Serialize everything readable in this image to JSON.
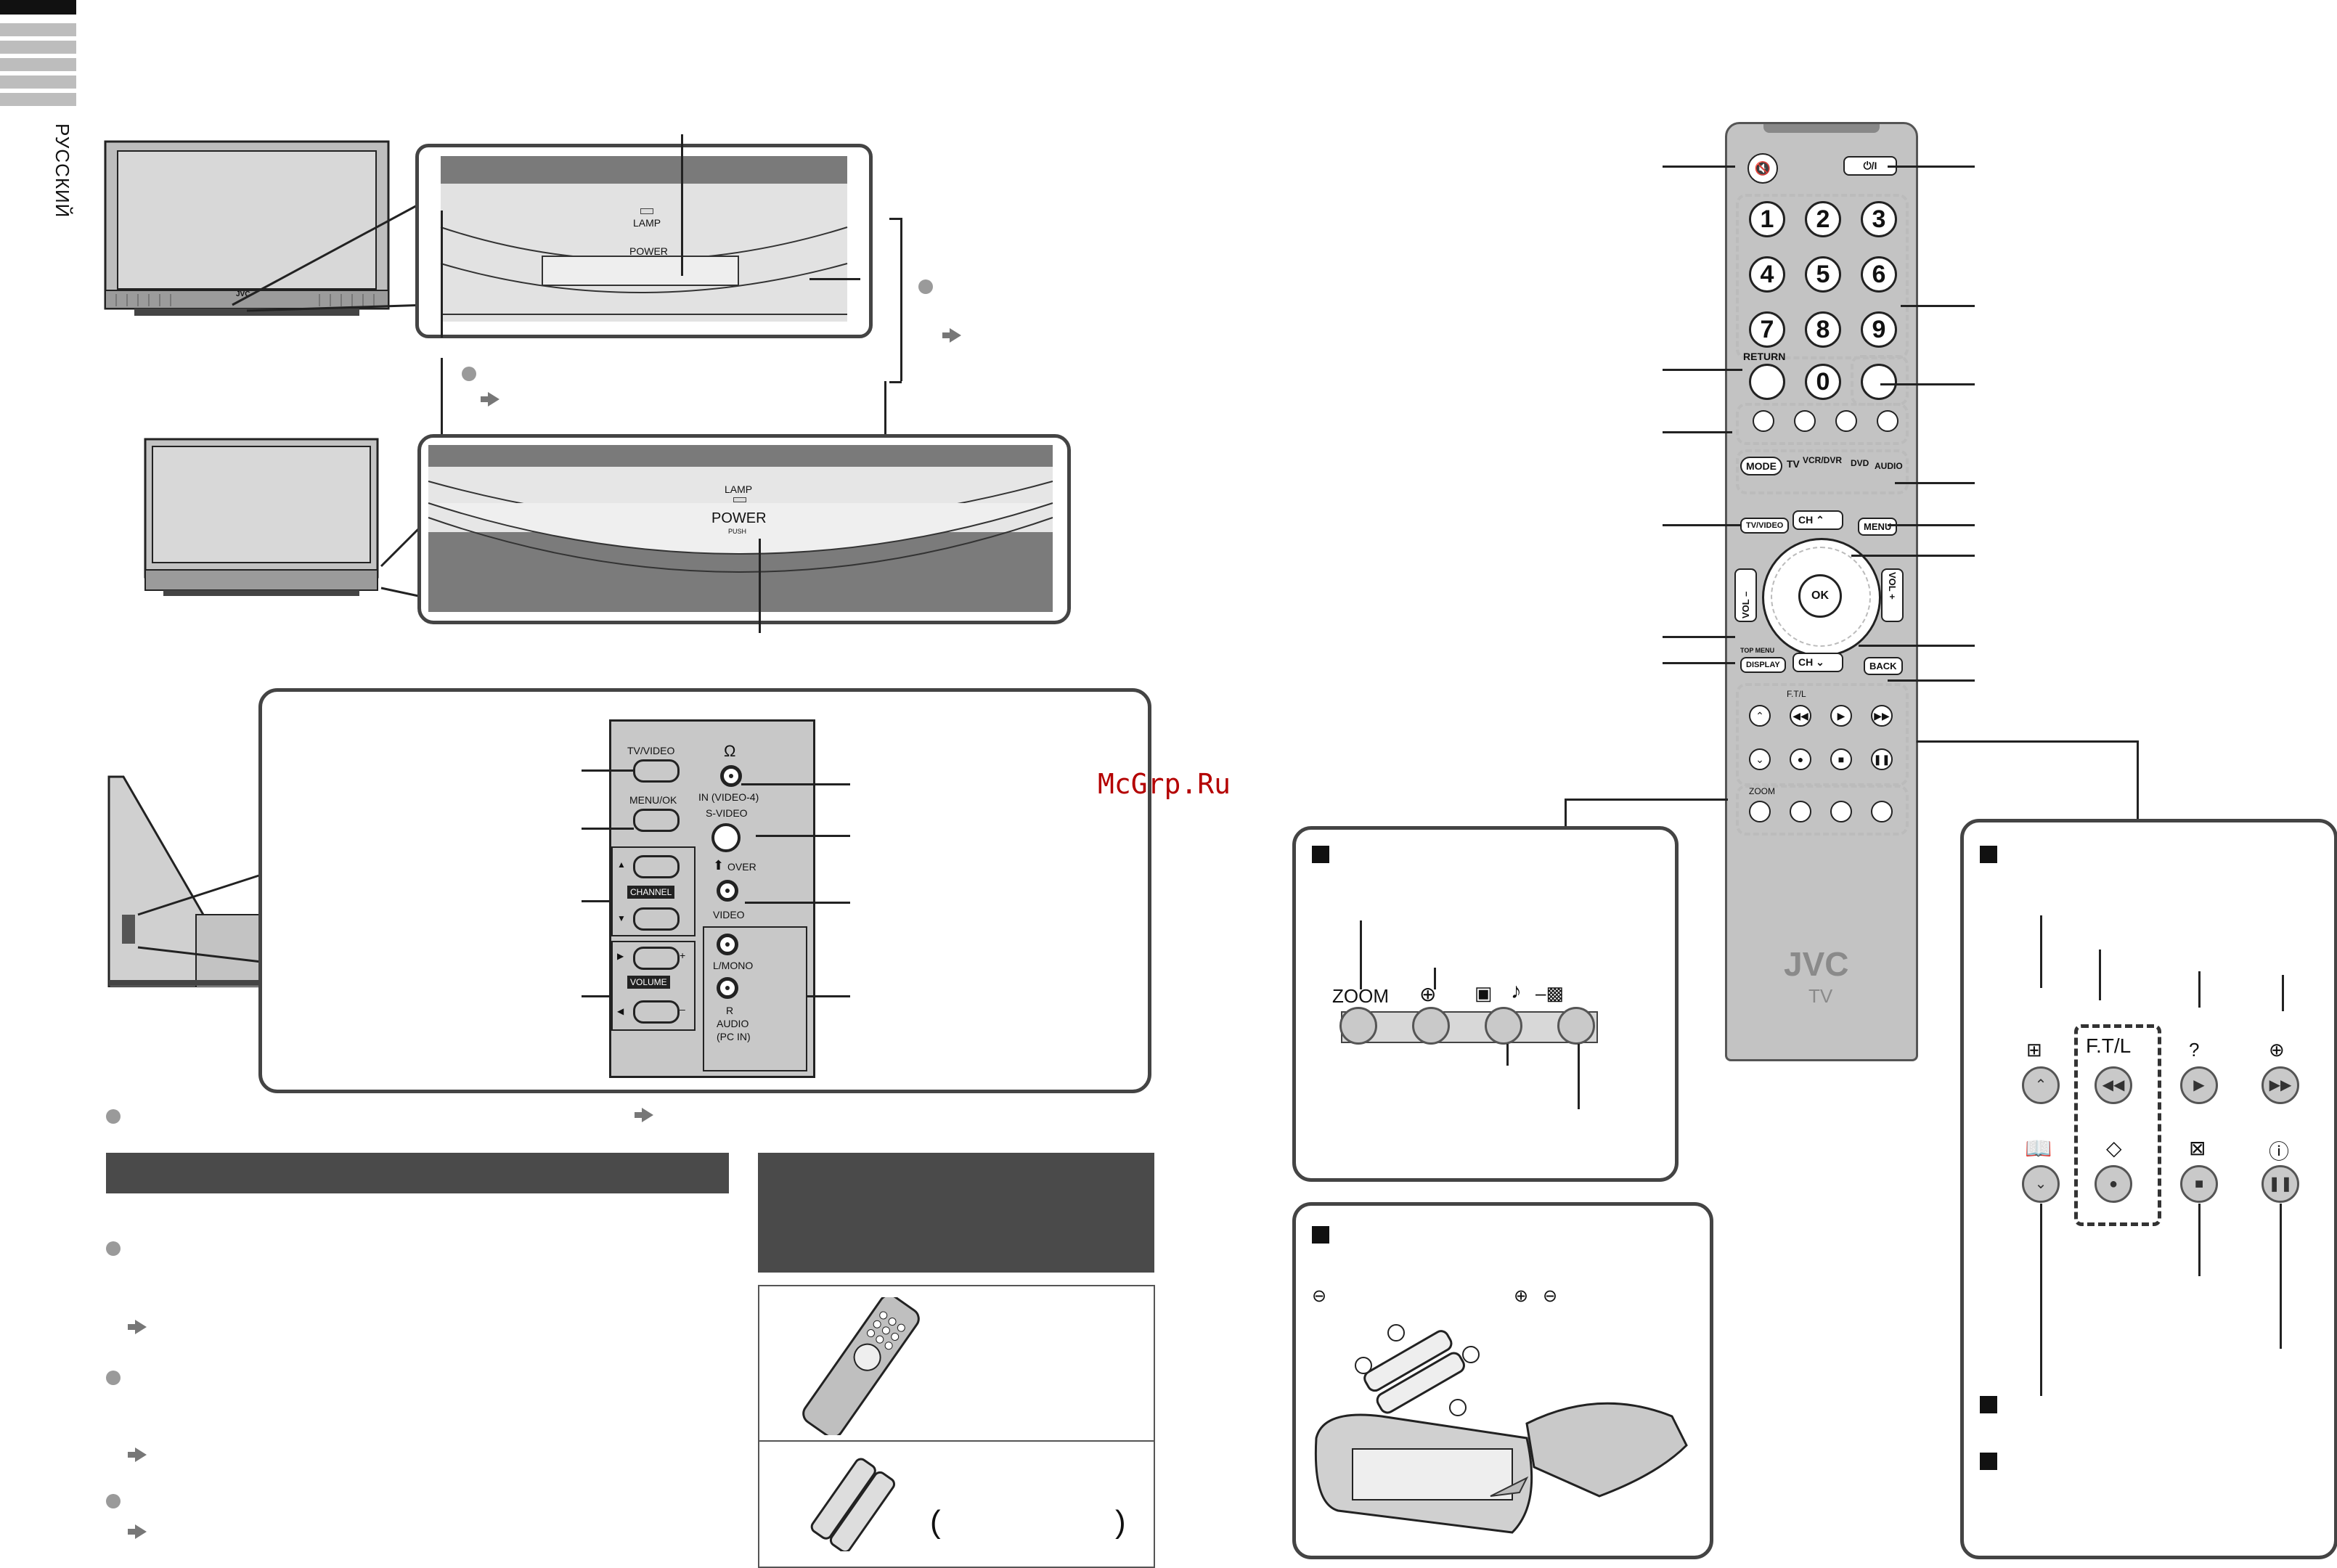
{
  "sidebar": {
    "language": "РУССКИЙ"
  },
  "watermark": "McGrp.Ru",
  "tv_front": {
    "lamp": "LAMP",
    "power": "POWER",
    "push": "PUSH",
    "brand": "JVC"
  },
  "side_panel": {
    "tv_video": "TV/VIDEO",
    "menu_ok": "MENU/OK",
    "channel": "CHANNEL",
    "volume": "VOLUME",
    "headphone_icon": "headphone-icon",
    "in_video4": "IN (VIDEO-4)",
    "s_video": "S-VIDEO",
    "over": "OVER",
    "video": "VIDEO",
    "l_mono": "L/MONO",
    "r": "R",
    "audio": "AUDIO",
    "pc_in": "(PC IN)",
    "plus": "+",
    "minus": "–",
    "up": "▲",
    "down": "▼",
    "right": "▶",
    "left": "◀"
  },
  "remote": {
    "power": "⏻/I",
    "mute_icon": "mute-icon",
    "digits": [
      "1",
      "2",
      "3",
      "4",
      "5",
      "6",
      "7",
      "8",
      "9"
    ],
    "zero": "0",
    "return": "RETURN",
    "mode": "MODE",
    "tv": "TV",
    "vcr_dvr": "VCR/DVR",
    "dvd": "DVD",
    "audio": "AUDIO",
    "tv_video": "TV/VIDEO",
    "menu": "MENU",
    "ch_up": "CH ⌃",
    "ch_down": "CH ⌄",
    "vol_minus": "VOL –",
    "vol_plus": "VOL +",
    "ok": "OK",
    "top_menu": "TOP MENU",
    "display": "DISPLAY",
    "back": "BACK",
    "ftl": "F.T/L",
    "zoom": "ZOOM",
    "brand": "JVC",
    "model": "TV"
  },
  "zoom_box": {
    "zoom": "ZOOM",
    "icons": [
      "aspect-icon",
      "subtitle-icon",
      "music-icon",
      "split-icon"
    ]
  },
  "battery_box": {
    "minus": "⊖",
    "plus": "⊕",
    "minus2": "⊖"
  },
  "ftl_box": {
    "ftl": "F.T/L"
  },
  "accessories": {
    "paren_open": "(",
    "paren_close": ")"
  }
}
